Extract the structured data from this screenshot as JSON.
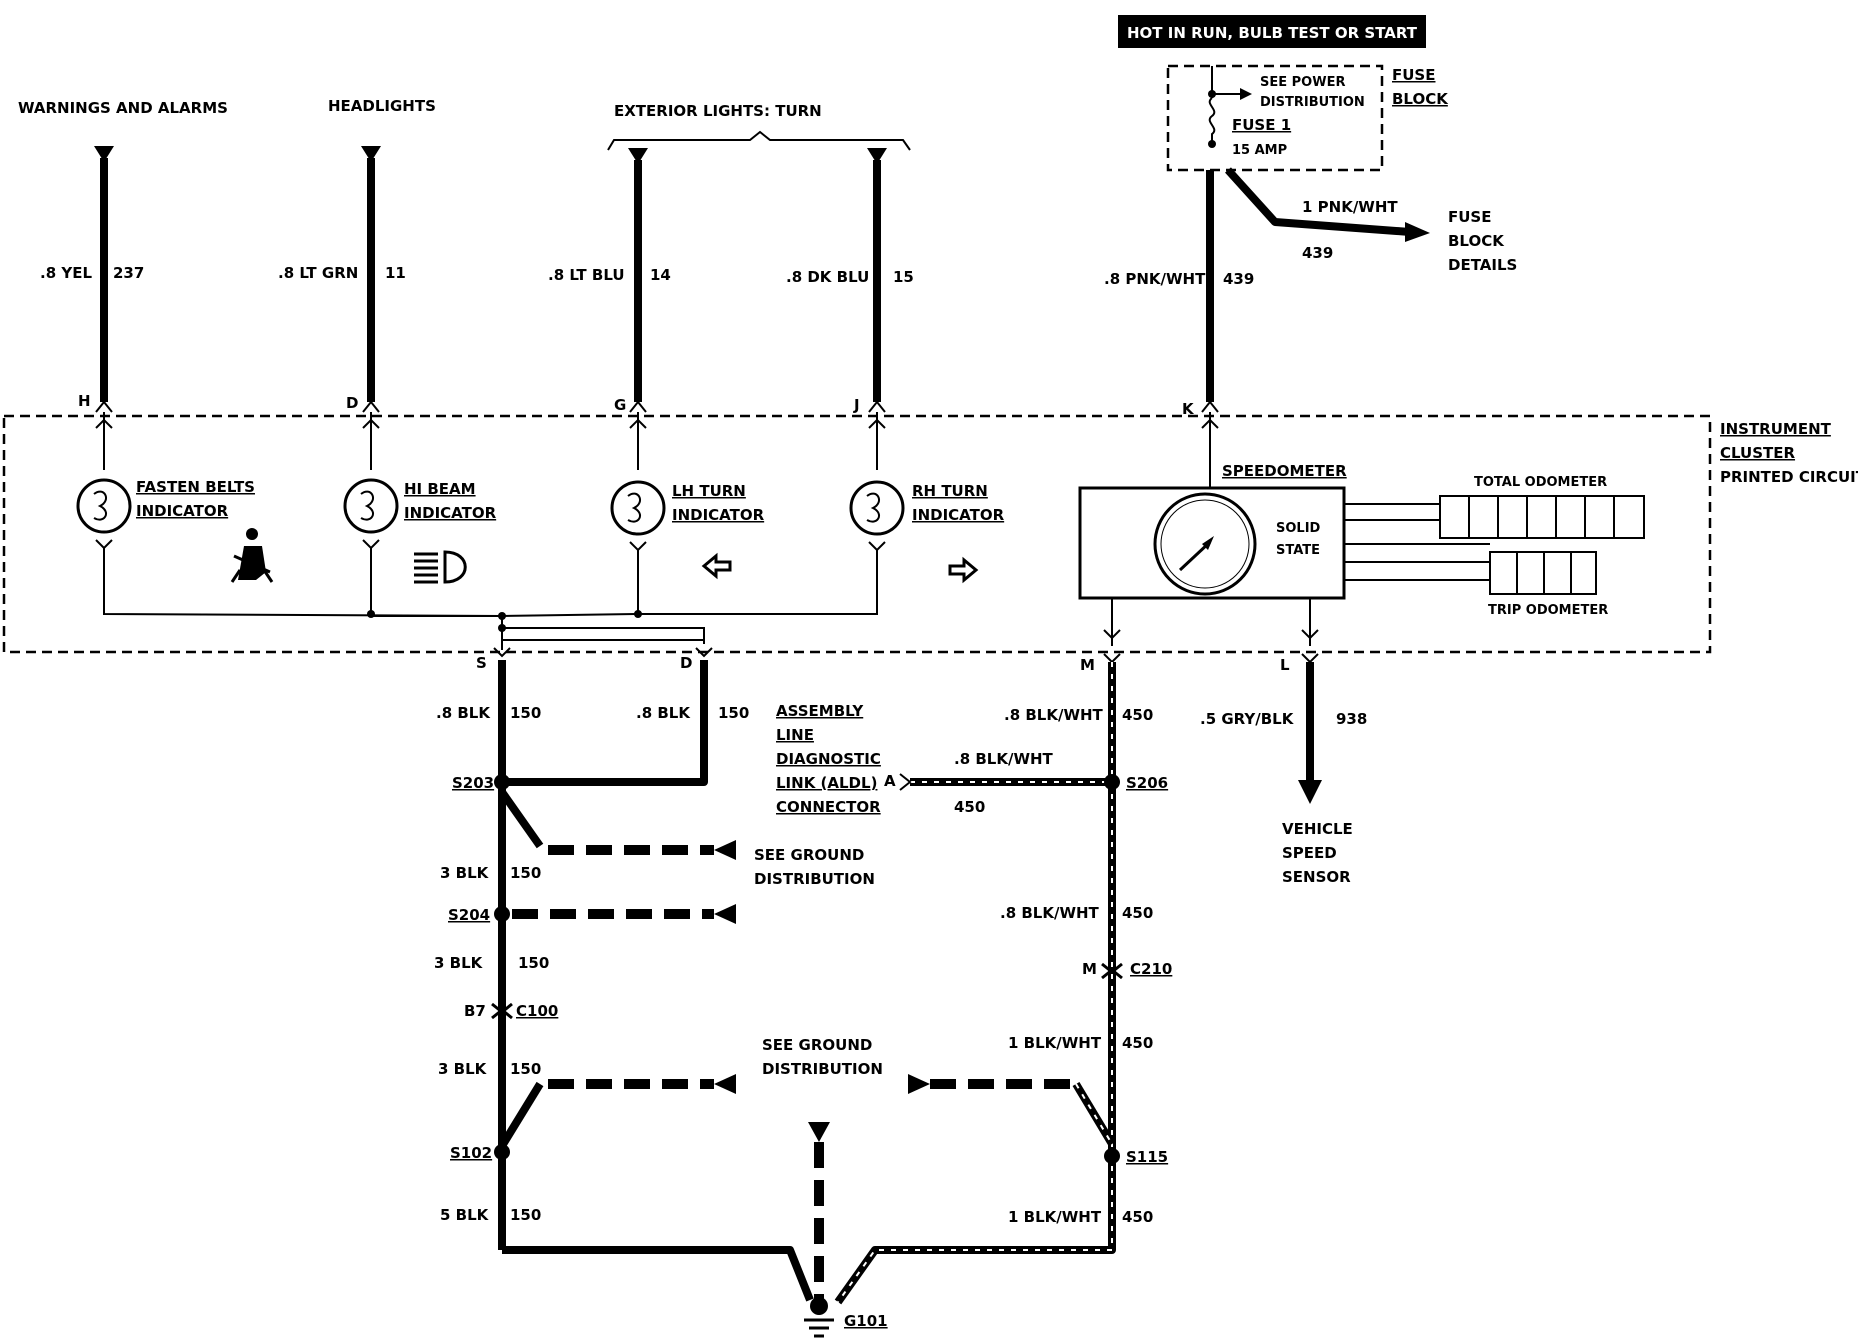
{
  "header": {
    "hot_label": "HOT IN RUN, BULB TEST OR START"
  },
  "circuits": {
    "warnings": {
      "title": "WARNINGS AND ALARMS",
      "wire": ".8 YEL",
      "num": "237",
      "pin": "H"
    },
    "headlights": {
      "title": "HEADLIGHTS",
      "wire": ".8 LT GRN",
      "num": "11",
      "pin": "D"
    },
    "turn_title": "EXTERIOR LIGHTS: TURN",
    "lh_turn": {
      "wire": ".8 LT BLU",
      "num": "14",
      "pin": "G"
    },
    "rh_turn": {
      "wire": ".8 DK BLU",
      "num": "15",
      "pin": "J"
    },
    "power": {
      "wire": ".8 PNK/WHT",
      "num": "439",
      "pin": "K"
    }
  },
  "fuse_block": {
    "title1": "FUSE",
    "title2": "BLOCK",
    "see1": "SEE POWER",
    "see2": "DISTRIBUTION",
    "fuse": "FUSE 1",
    "amp": "15 AMP",
    "out_wire": "1 PNK/WHT",
    "out_num": "439",
    "details1": "FUSE",
    "details2": "BLOCK",
    "details3": "DETAILS"
  },
  "cluster": {
    "title1": "INSTRUMENT",
    "title2": "CLUSTER",
    "title3": "PRINTED CIRCUIT",
    "fasten1": "FASTEN BELTS",
    "fasten2": "INDICATOR",
    "hibeam1": "HI BEAM",
    "hibeam2": "INDICATOR",
    "lh1": "LH TURN",
    "lh2": "INDICATOR",
    "rh1": "RH TURN",
    "rh2": "INDICATOR",
    "speedo": "SPEEDOMETER",
    "solid1": "SOLID",
    "solid2": "STATE",
    "total_odo": "TOTAL ODOMETER",
    "trip_odo": "TRIP ODOMETER"
  },
  "bottom": {
    "pin_s": "S",
    "pin_d": "D",
    "pin_m": "M",
    "pin_l": "L",
    "w1": ".8 BLK",
    "n1": "150",
    "w2": ".8 BLK",
    "n2": "150",
    "w3": ".8 BLK/WHT",
    "n3": "450",
    "w4": ".5 GRY/BLK",
    "n4": "938",
    "aldl1": "ASSEMBLY",
    "aldl2": "LINE",
    "aldl3": "DIAGNOSTIC",
    "aldl4": "LINK (ALDL)",
    "aldl5": "CONNECTOR",
    "aldl_pin": "A",
    "aldl_wire": ".8 BLK/WHT",
    "aldl_num": "450",
    "s203": "S203",
    "s206": "S206",
    "ground1a": "SEE GROUND",
    "ground1b": "DISTRIBUTION",
    "w5": "3 BLK",
    "n5": "150",
    "s204": "S204",
    "w6": "3 BLK",
    "n6": "150",
    "w7": ".8 BLK/WHT",
    "n7": "450",
    "c100_pin": "B7",
    "c100": "C100",
    "c210_pin": "M",
    "c210": "C210",
    "w8": "3 BLK",
    "n8": "150",
    "w9": "1 BLK/WHT",
    "n9": "450",
    "ground2a": "SEE GROUND",
    "ground2b": "DISTRIBUTION",
    "s102": "S102",
    "s115": "S115",
    "w10": "5 BLK",
    "n10": "150",
    "w11": "1 BLK/WHT",
    "n11": "450",
    "g101": "G101",
    "vss1": "VEHICLE",
    "vss2": "SPEED",
    "vss3": "SENSOR"
  }
}
